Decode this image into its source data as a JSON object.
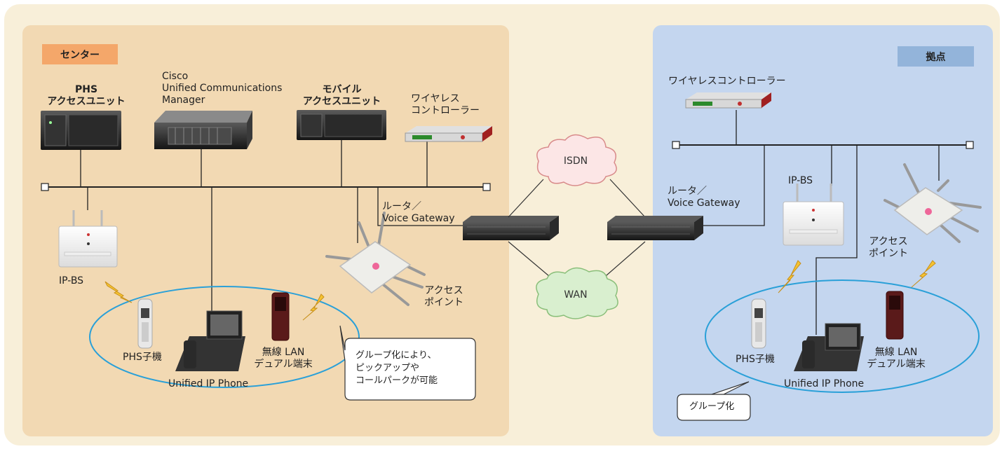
{
  "zones": {
    "center": {
      "label": "センター"
    },
    "branch": {
      "label": "拠点"
    }
  },
  "center": {
    "phs_unit": {
      "line1": "PHS",
      "line2": "アクセスユニット"
    },
    "cucm": {
      "line1": "Cisco",
      "line2": "Unified Communications",
      "line3": "Manager"
    },
    "mobile_unit": {
      "line1": "モバイル",
      "line2": "アクセスユニット"
    },
    "wireless_controller": {
      "line1": "ワイヤレス",
      "line2": "コントローラー"
    },
    "ip_bs": "IP-BS",
    "router": {
      "line1": "ルータ／",
      "line2": "Voice Gateway"
    },
    "access_point": {
      "line1": "アクセス",
      "line2": "ポイント"
    },
    "phs_handset": "PHS子機",
    "ip_phone": "Unified IP Phone",
    "wlan_dual": {
      "line1": "無線 LAN",
      "line2": "デュアル端末"
    },
    "callout": {
      "line1": "グループ化により、",
      "line2": "ピックアップや",
      "line3": "コールパークが可能"
    }
  },
  "network": {
    "isdn": "ISDN",
    "wan": "WAN"
  },
  "branch": {
    "wireless_controller": "ワイヤレスコントローラー",
    "router": {
      "line1": "ルータ／",
      "line2": "Voice Gateway"
    },
    "ip_bs": "IP-BS",
    "access_point": {
      "line1": "アクセス",
      "line2": "ポイント"
    },
    "phs_handset": "PHS子機",
    "ip_phone": "Unified IP Phone",
    "wlan_dual": {
      "line1": "無線 LAN",
      "line2": "デュアル端末"
    },
    "group_callout": "グループ化"
  },
  "colors": {
    "outer_bg": "#f8efd9",
    "center_bg": "#f2d9b3",
    "branch_bg": "#c4d6ef",
    "center_label_bg": "#f4a76a",
    "branch_label_bg": "#93b4da",
    "group_ellipse": "#2aa0d8",
    "cloud_fill": "#fce6e6",
    "cloud_stroke": "#d88a8a",
    "wan_fill": "#d9efcf",
    "wan_stroke": "#8abf7a",
    "lightning": "#f5c332"
  }
}
